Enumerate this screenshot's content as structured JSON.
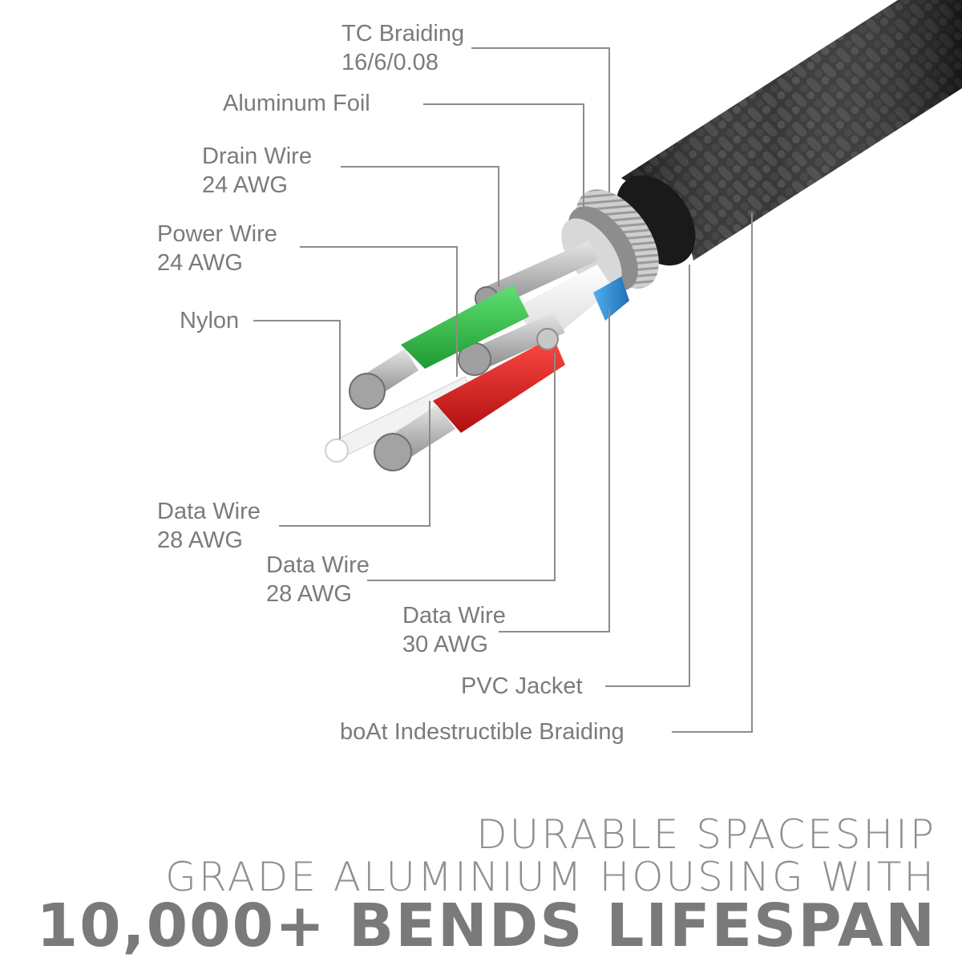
{
  "labels": {
    "tc_braiding": {
      "line1": "TC Braiding",
      "line2": "16/6/0.08"
    },
    "aluminum_foil": {
      "line1": "Aluminum Foil"
    },
    "drain_wire": {
      "line1": "Drain Wire",
      "line2": "24 AWG"
    },
    "power_wire": {
      "line1": "Power Wire",
      "line2": "24 AWG"
    },
    "nylon": {
      "line1": "Nylon"
    },
    "data_wire_a": {
      "line1": "Data Wire",
      "line2": "28 AWG"
    },
    "data_wire_b": {
      "line1": "Data Wire",
      "line2": "28 AWG"
    },
    "data_wire_c": {
      "line1": "Data Wire",
      "line2": "30 AWG"
    },
    "pvc_jacket": {
      "line1": "PVC Jacket"
    },
    "boat_braiding": {
      "line1": "boAt Indestructible Braiding"
    }
  },
  "headline": {
    "line1": "DURABLE SPACESHIP",
    "line2": "GRADE ALUMINIUM HOUSING WITH",
    "line3": "10,000+ BENDS LIFESPAN"
  },
  "colors": {
    "text": "#7b7b7b",
    "leader": "#8c8c8c",
    "green_wire": "#33c24a",
    "red_wire": "#e3201f",
    "blue_wire": "#2d8fd8",
    "white_wire": "#f4f4f4",
    "braid": "#2b2b2b"
  }
}
